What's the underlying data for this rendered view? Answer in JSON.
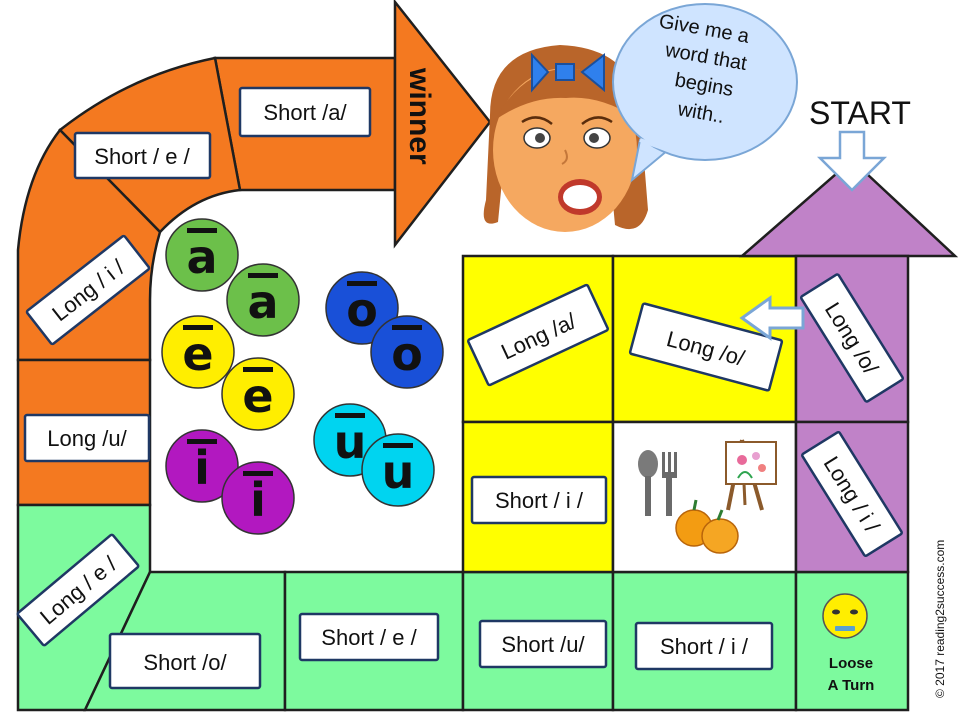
{
  "colors": {
    "orange": "#f47920",
    "green": "#7dfa9e",
    "yellow": "#ffff00",
    "purple": "#c082c8",
    "label_border": "#1f3864",
    "bubble": "#cfe4ff"
  },
  "start_label": "START",
  "winner_label": "winner",
  "speech_bubble": {
    "line1": "Give me a",
    "line2": "word that",
    "line3": "begins",
    "line4": "with.."
  },
  "spaces": {
    "short_a_top": "Short /a/",
    "short_e_top": "Short / e /",
    "long_i_left": "Long / i /",
    "long_u_left": "Long /u/",
    "long_e_left": "Long / e /",
    "short_o_bottom": "Short /o/",
    "short_e_bottom": "Short / e /",
    "short_u_bottom": "Short /u/",
    "short_i_bottom": "Short / i /",
    "long_a_yellow": "Long /a/",
    "long_o_yellow": "Long /o/",
    "short_i_yellow": "Short / i /",
    "long_o_purple": "Long /o/",
    "long_i_purple": "Long / i /"
  },
  "lose_turn": {
    "line1": "Loose",
    "line2": "A Turn",
    "icon": "sad-face-icon"
  },
  "picture_cell_icons": [
    "fork-spoon-icon",
    "easel-icon",
    "pumpkin-icon"
  ],
  "tokens": [
    {
      "letter": "a",
      "color": "#6cc04a"
    },
    {
      "letter": "a",
      "color": "#6cc04a"
    },
    {
      "letter": "e",
      "color": "#ffee00"
    },
    {
      "letter": "e",
      "color": "#ffee00"
    },
    {
      "letter": "i",
      "color": "#b218c0"
    },
    {
      "letter": "i",
      "color": "#b218c0"
    },
    {
      "letter": "o",
      "color": "#1950d8"
    },
    {
      "letter": "o",
      "color": "#1950d8"
    },
    {
      "letter": "u",
      "color": "#00d4f0"
    },
    {
      "letter": "u",
      "color": "#00d4f0"
    }
  ],
  "copyright": "© 2017 reading2success.com"
}
